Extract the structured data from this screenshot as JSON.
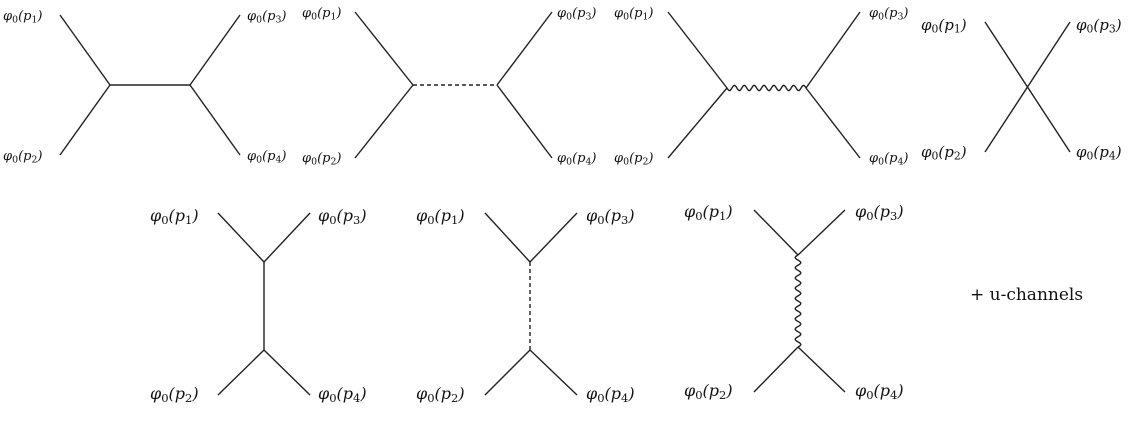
{
  "particles": {
    "p1": "φ0(p1)",
    "p2": "φ0(p2)",
    "p3": "φ0(p3)",
    "p4": "φ0(p4)"
  },
  "note": "+ u-channels",
  "diagrams": [
    {
      "name": "s-channel-solid"
    },
    {
      "name": "s-channel-dashed"
    },
    {
      "name": "s-channel-wavy"
    },
    {
      "name": "contact-vertex"
    },
    {
      "name": "t-channel-solid"
    },
    {
      "name": "t-channel-dashed"
    },
    {
      "name": "t-channel-wavy"
    }
  ]
}
